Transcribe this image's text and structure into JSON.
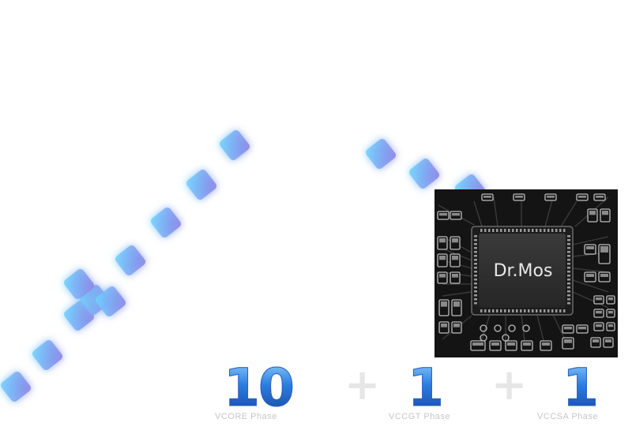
{
  "chip": {
    "label": "Dr.Mos"
  },
  "phases": [
    {
      "count": "10",
      "label": "VCORE Phase"
    },
    {
      "count": "1",
      "label": "VCCGT Phase"
    },
    {
      "count": "1",
      "label": "VCCSA Phase"
    }
  ],
  "separator": "+",
  "colors": {
    "glow_blue": "#4ab8ff",
    "glow_purple": "#8a6fe0",
    "board_black": "#141414",
    "trace_gray": "#3a3a3a",
    "number_blue": "#2a7de0",
    "label_gray": "#c7c7c7"
  }
}
